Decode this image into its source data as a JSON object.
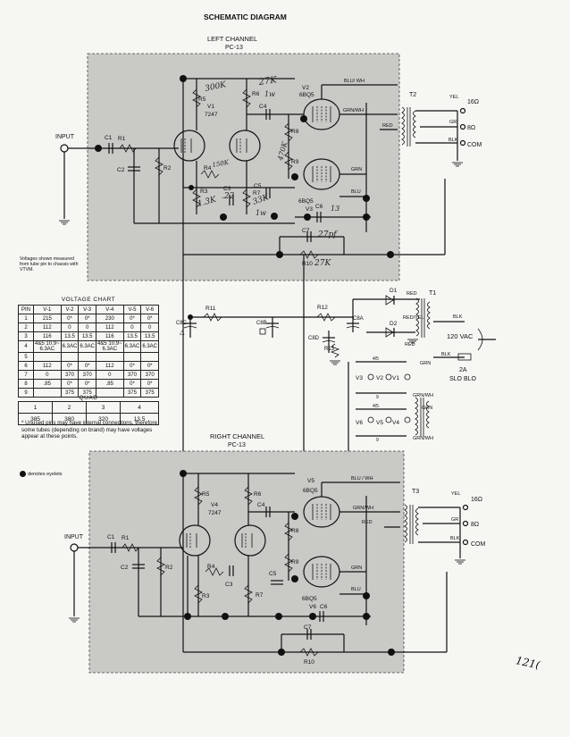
{
  "title": "SCHEMATIC DIAGRAM",
  "left_channel": {
    "heading": "LEFT CHANNEL",
    "board": "PC-13",
    "input_label": "INPUT",
    "tube_v1": "V1",
    "tube_v1_type": "7247",
    "tube_v2": "V2",
    "tube_v2_type": "6BQ5",
    "tube_v3": "V3",
    "tube_v3_type": "6BQ5",
    "transformer": "T2",
    "components": [
      "C1",
      "R1",
      "C2",
      "R2",
      "R5",
      "R6",
      "C4",
      "R8",
      "R9",
      "R4",
      "C3",
      "R3",
      "R7",
      "C5",
      "C6",
      "C7",
      "R10"
    ],
    "wires": [
      "BLU/ WH",
      "GRN/WH",
      "RED",
      "GRN",
      "BLU"
    ],
    "outputs": [
      "YEL",
      "16Ω",
      "GR",
      "8Ω",
      "BLK",
      "COM"
    ],
    "handwritten": [
      "300K",
      "27K",
      "1w",
      "150K",
      ".22",
      "33K",
      "1w",
      "1.3K",
      "470K",
      "27pf",
      "27K",
      "13"
    ]
  },
  "right_channel": {
    "heading": "RIGHT CHANNEL",
    "board": "PC-13",
    "input_label": "INPUT",
    "tube_v4": "V4",
    "tube_v4_type": "7247",
    "tube_v5": "V5",
    "tube_v5_type": "6BQ5",
    "tube_v6": "V6",
    "tube_v6_type": "6BQ5",
    "transformer": "T3",
    "components": [
      "C1",
      "R1",
      "C2",
      "R2",
      "R5",
      "R6",
      "C4",
      "R8",
      "R9",
      "R4",
      "C3",
      "R3",
      "R7",
      "C5",
      "C6",
      "C7",
      "R10"
    ],
    "wires": [
      "BLU / WH",
      "GRN/WH",
      "RED",
      "GRN",
      "BLU"
    ],
    "outputs": [
      "YEL",
      "16Ω",
      "GR",
      "8Ω",
      "BLK",
      "COM"
    ]
  },
  "power_supply": {
    "components": [
      "R11",
      "C8C",
      "C8B",
      "R12",
      "C8A",
      "C8D",
      "R13",
      "D1",
      "D2",
      "T1"
    ],
    "wires": [
      "RED",
      "RED/YEL",
      "RED",
      "BLK",
      "BLK",
      "GRN",
      "GRN/WH",
      "GRN",
      "GRN/WH"
    ],
    "mains": "120 VAC",
    "fuse": "2A",
    "fuse_type": "SLO BLO",
    "heater_tubes_top": [
      "V3",
      "V2",
      "V1"
    ],
    "heater_tubes_bottom": [
      "V6",
      "V5",
      "V4"
    ],
    "heater_pins": [
      "4/5",
      "9",
      "4/5",
      "9"
    ]
  },
  "voltage_note": "Voltages shown measured from tube pin to chassis with VTVM.",
  "voltage_chart": {
    "title": "VOLTAGE CHART",
    "headers": [
      "PIN",
      "V-1",
      "V-2",
      "V-3",
      "V-4",
      "V-5",
      "V-6"
    ],
    "rows": [
      [
        "1",
        "215",
        "0*",
        "0*",
        "230",
        "0*",
        "0*"
      ],
      [
        "2",
        "112",
        "0",
        "0",
        "112",
        "0",
        "0"
      ],
      [
        "3",
        "116",
        "13.5",
        "13.5",
        "116",
        "13.5",
        "13.5"
      ],
      [
        "4",
        "4&5 10.9~ 6.3AC",
        "6.3AC",
        "6.3AC",
        "4&5 10.9~ 6.3AC",
        "6.3AC",
        "6.3AC"
      ],
      [
        "5",
        "",
        "",
        "",
        "",
        "",
        ""
      ],
      [
        "6",
        "112",
        "0*",
        "0*",
        "112",
        "0*",
        "0*"
      ],
      [
        "7",
        "0",
        "370",
        "370",
        "0",
        "370",
        "370"
      ],
      [
        "8",
        ".85",
        "0*",
        "0*",
        ".85",
        "0*",
        "0*"
      ],
      [
        "9",
        "",
        "375",
        "375",
        "",
        "375",
        "375"
      ]
    ]
  },
  "quad_chart": {
    "title": "QUAD",
    "pins": [
      "1",
      "2",
      "3",
      "4"
    ],
    "values": [
      "385",
      "380",
      "320",
      "13.5"
    ]
  },
  "unused_note": "* Unused pins may have internal connections, therefore some tubes (depending on brand) may have voltages appear at these points.",
  "eyelet_note": "denotes eyelets",
  "page_mark": "121("
}
